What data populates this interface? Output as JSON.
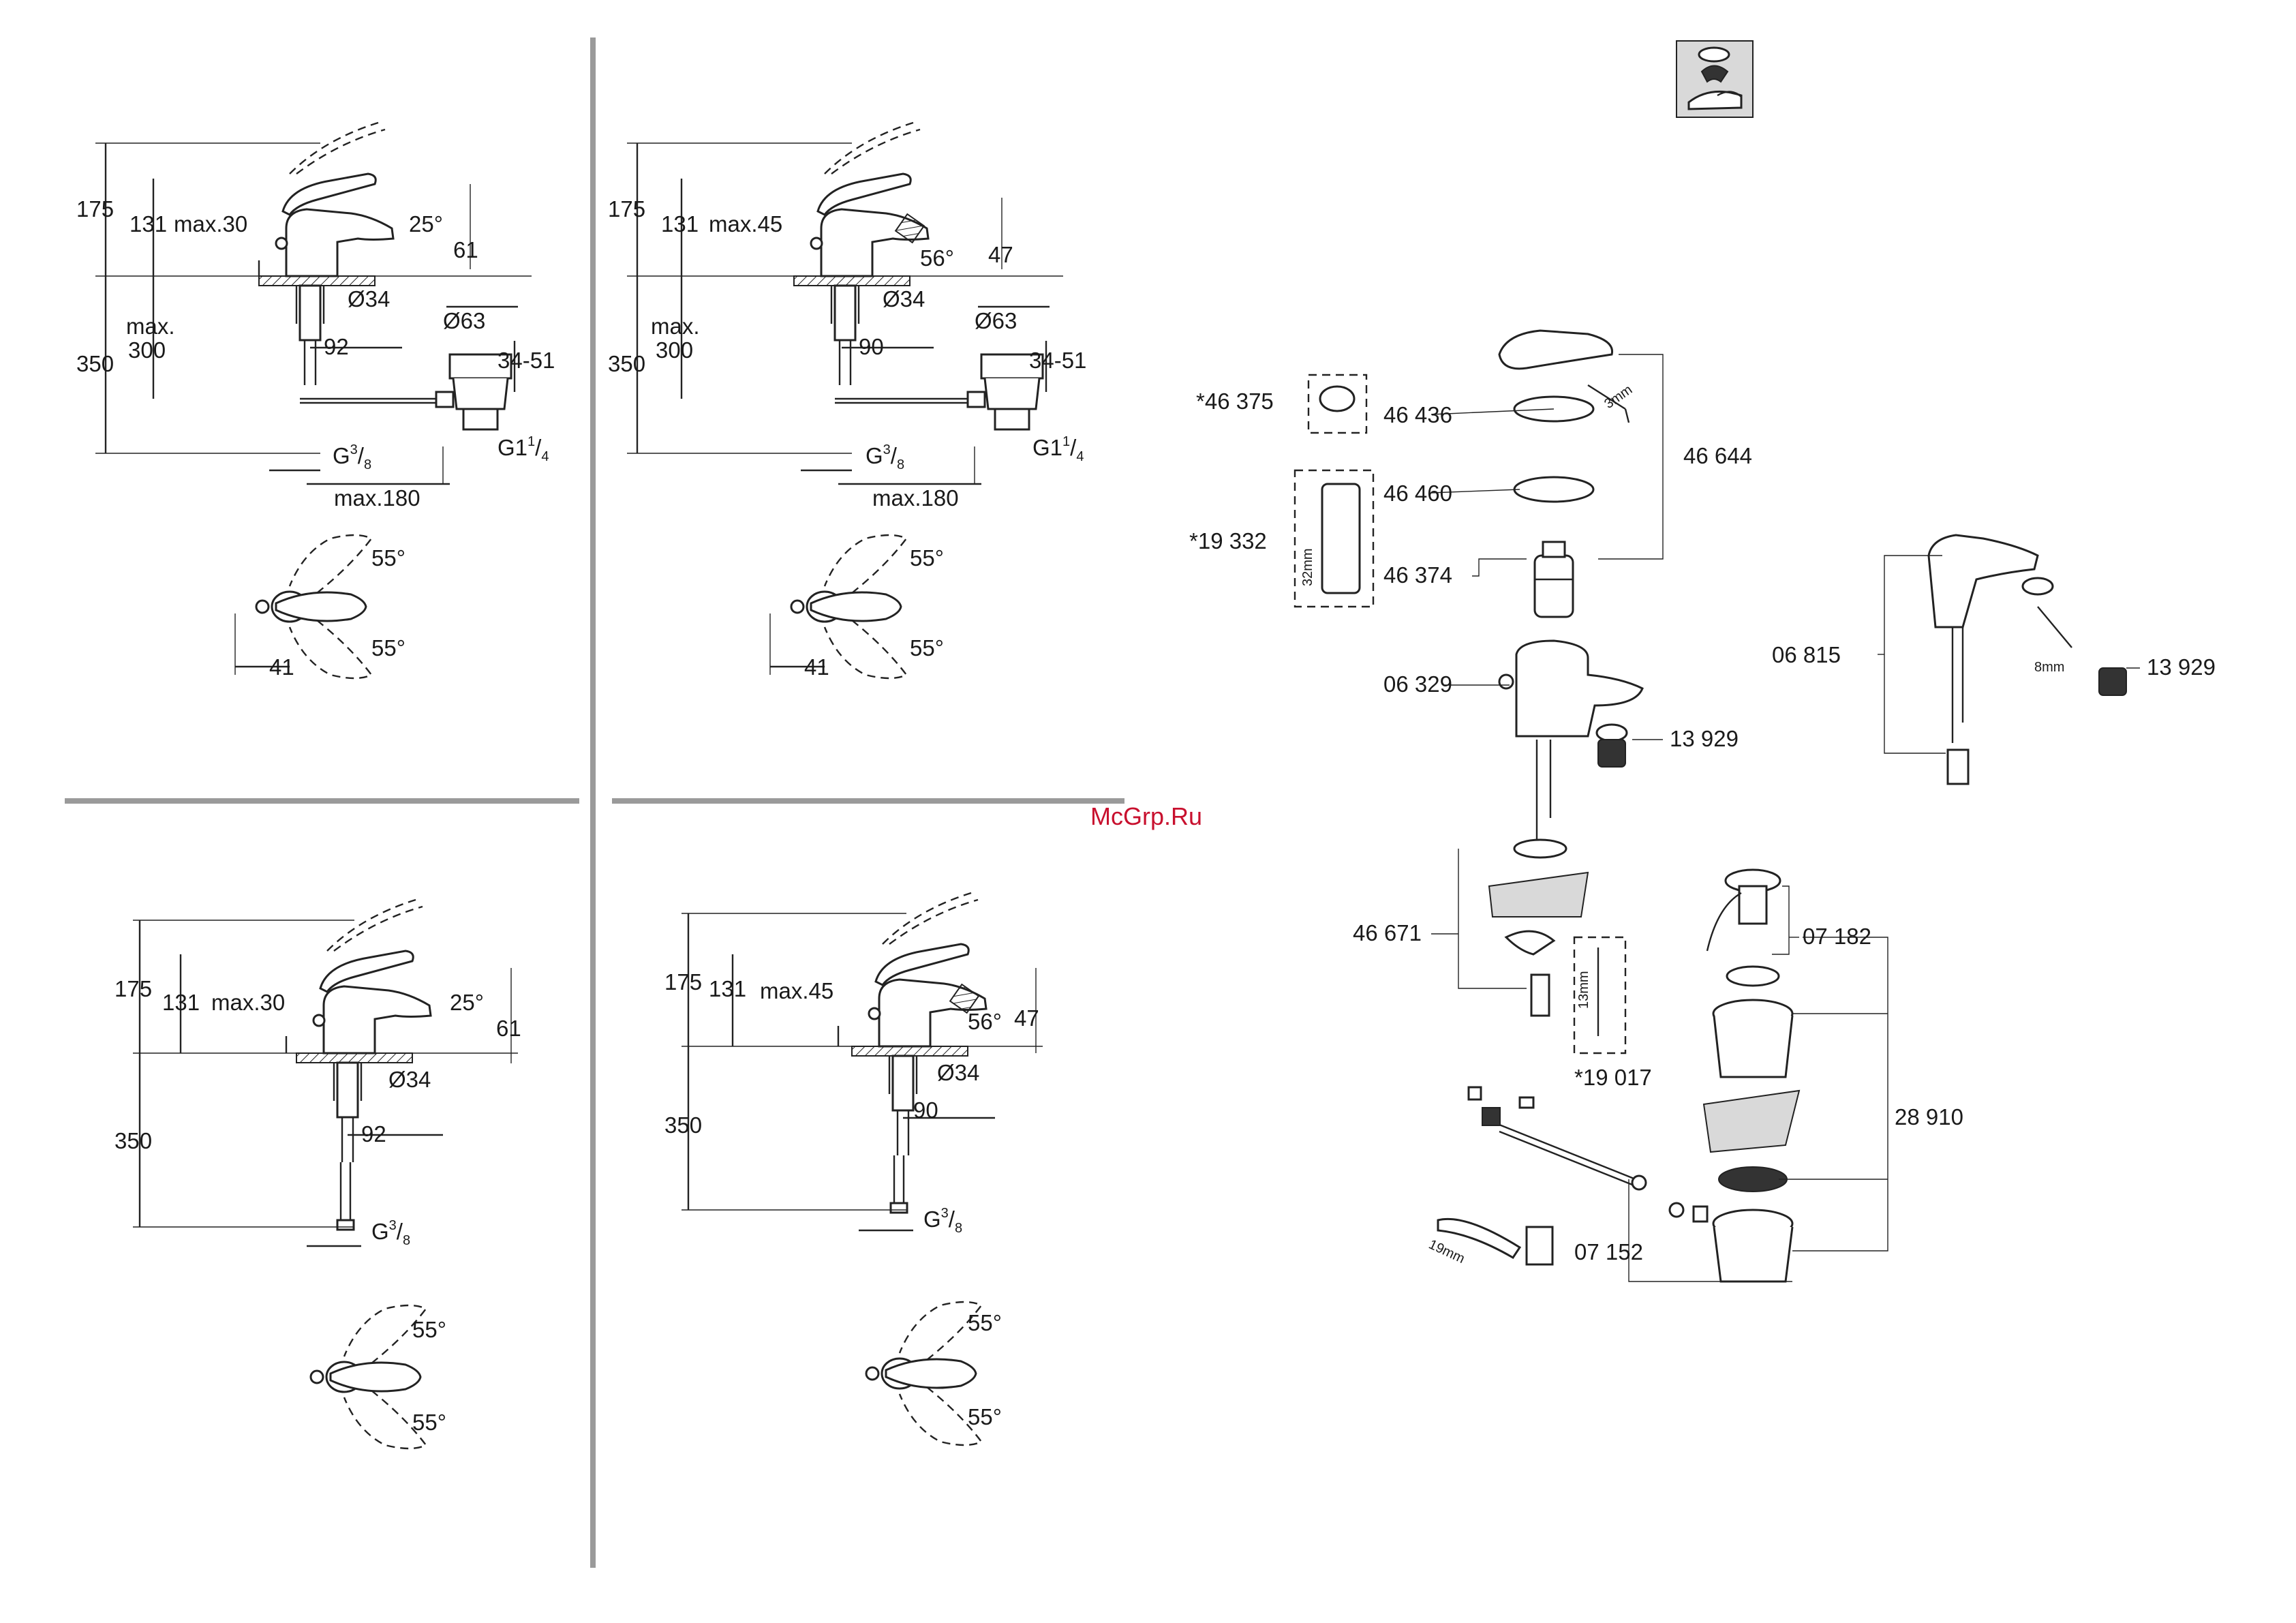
{
  "watermark": "McGrp.Ru",
  "panel_top_left": {
    "dims": {
      "h_total": "175",
      "h_spout": "131",
      "max_lift": "max.30",
      "angle": "25°",
      "h_outlet": "61",
      "dia_base": "Ø34",
      "dia_waste": "Ø63",
      "waste_range": "34-51",
      "depth": "350",
      "max_depth": "max.",
      "max_depth_val": "300",
      "reach": "92",
      "thread": "G",
      "thread_num": "3",
      "thread_den": "8",
      "waste_thread": "G1",
      "waste_thread_num": "1",
      "waste_thread_den": "4",
      "max_rod": "max.180"
    },
    "plan": {
      "angle_top": "55°",
      "angle_bottom": "55°",
      "offset": "41"
    }
  },
  "panel_top_middle": {
    "dims": {
      "h_total": "175",
      "h_spout": "131",
      "max_lift": "max.45",
      "angle": "56°",
      "h_outlet": "47",
      "dia_base": "Ø34",
      "dia_waste": "Ø63",
      "waste_range": "34-51",
      "depth": "350",
      "max_depth": "max.",
      "max_depth_val": "300",
      "reach": "90",
      "thread": "G",
      "thread_num": "3",
      "thread_den": "8",
      "waste_thread": "G1",
      "waste_thread_num": "1",
      "waste_thread_den": "4",
      "max_rod": "max.180"
    },
    "plan": {
      "angle_top": "55°",
      "angle_bottom": "55°",
      "offset": "41"
    }
  },
  "panel_bottom_left": {
    "dims": {
      "h_total": "175",
      "h_spout": "131",
      "max_lift": "max.30",
      "angle": "25°",
      "h_outlet": "61",
      "dia_base": "Ø34",
      "depth": "350",
      "reach": "92",
      "thread": "G",
      "thread_num": "3",
      "thread_den": "8"
    },
    "plan": {
      "angle_top": "55°",
      "angle_bottom": "55°"
    }
  },
  "panel_bottom_middle": {
    "dims": {
      "h_total": "175",
      "h_spout": "131",
      "max_lift": "max.45",
      "angle": "56°",
      "h_outlet": "47",
      "dia_base": "Ø34",
      "depth": "350",
      "reach": "90",
      "thread": "G",
      "thread_num": "3",
      "thread_den": "8"
    },
    "plan": {
      "angle_top": "55°",
      "angle_bottom": "55°"
    }
  },
  "exploded": {
    "parts": {
      "p46375": "*46 375",
      "p46436": "46 436",
      "p46644": "46 644",
      "p46460": "46 460",
      "p19332": "*19 332",
      "p46374": "46 374",
      "p06329": "06 329",
      "p13929a": "13 929",
      "p46671": "46 671",
      "p19017": "*19 017",
      "p07182": "07 182",
      "p28910": "28 910",
      "p07152": "07 152",
      "p06815": "06 815",
      "p13929b": "13 929"
    },
    "tool_sizes": {
      "t3": "3mm",
      "t32": "32mm",
      "t13": "13mm",
      "t19": "19mm",
      "t8": "8mm"
    }
  },
  "icons": [
    "care-symbol-icon",
    "wrench-icon",
    "hex-key-icon"
  ]
}
